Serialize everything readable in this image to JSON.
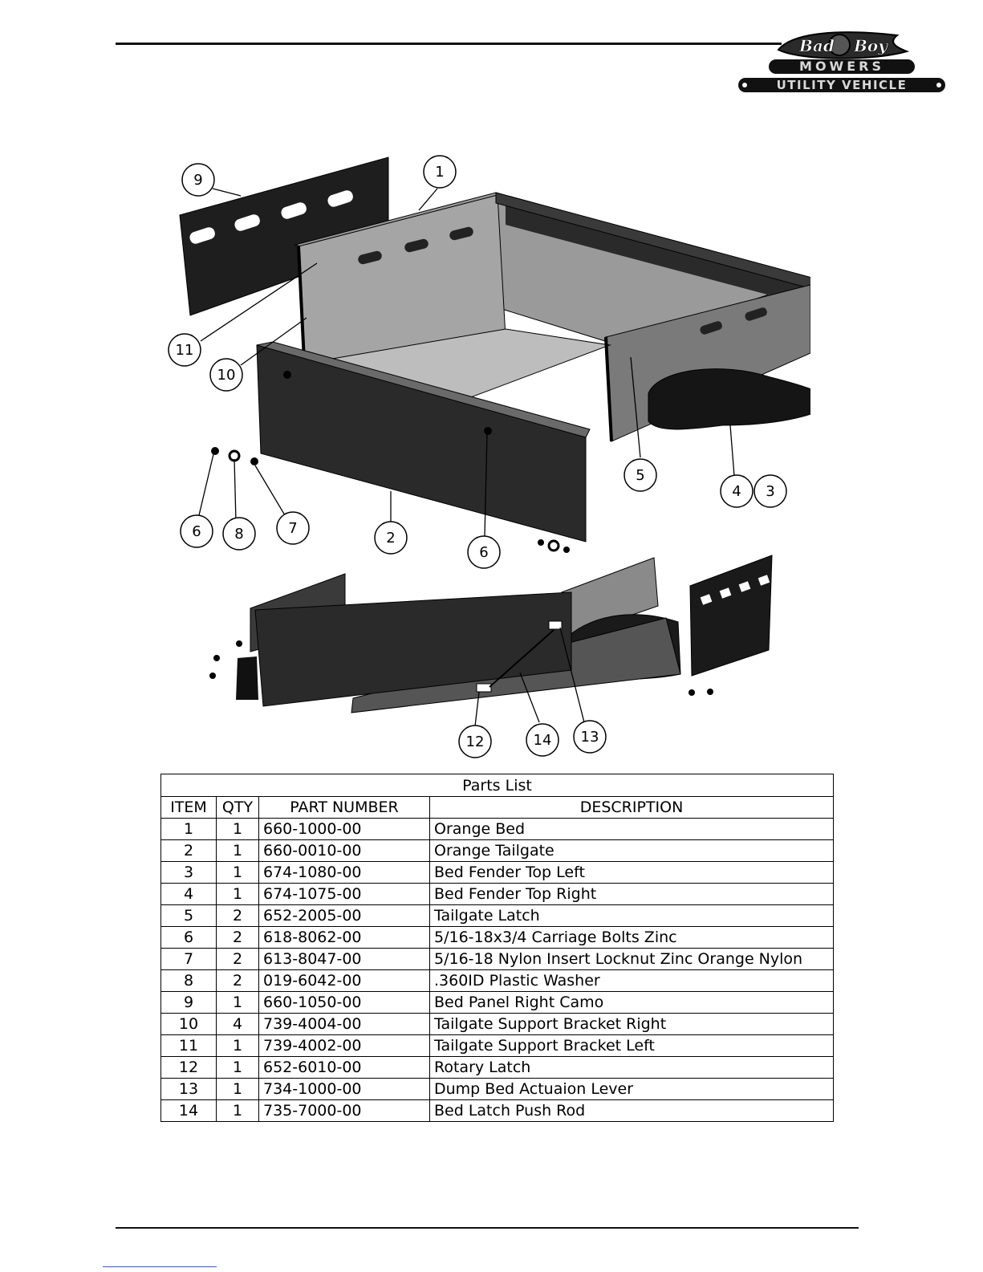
{
  "logo": {
    "brand_text": "Bad Boy",
    "line1": "MOWERS",
    "line2": "UTILITY VEHICLE"
  },
  "diagram": {
    "balloons": [
      "1",
      "2",
      "3",
      "4",
      "5",
      "6",
      "6",
      "7",
      "8",
      "9",
      "10",
      "11",
      "12",
      "13",
      "14"
    ]
  },
  "parts_list": {
    "title": "Parts List",
    "headers": {
      "item": "ITEM",
      "qty": "QTY",
      "part_number": "PART NUMBER",
      "description": "DESCRIPTION"
    },
    "rows": [
      {
        "item": "1",
        "qty": "1",
        "part_number": "660-1000-00",
        "description": "Orange Bed"
      },
      {
        "item": "2",
        "qty": "1",
        "part_number": "660-0010-00",
        "description": "Orange Tailgate"
      },
      {
        "item": "3",
        "qty": "1",
        "part_number": "674-1080-00",
        "description": "Bed Fender Top Left"
      },
      {
        "item": "4",
        "qty": "1",
        "part_number": "674-1075-00",
        "description": "Bed Fender Top Right"
      },
      {
        "item": "5",
        "qty": "2",
        "part_number": "652-2005-00",
        "description": "Tailgate Latch"
      },
      {
        "item": "6",
        "qty": "2",
        "part_number": "618-8062-00",
        "description": "5/16-18x3/4 Carriage Bolts Zinc"
      },
      {
        "item": "7",
        "qty": "2",
        "part_number": "613-8047-00",
        "description": "5/16-18 Nylon Insert Locknut Zinc Orange Nylon"
      },
      {
        "item": "8",
        "qty": "2",
        "part_number": "019-6042-00",
        "description": ".360ID Plastic Washer"
      },
      {
        "item": "9",
        "qty": "1",
        "part_number": "660-1050-00",
        "description": "Bed Panel Right Camo"
      },
      {
        "item": "10",
        "qty": "4",
        "part_number": "739-4004-00",
        "description": "Tailgate Support Bracket Right"
      },
      {
        "item": "11",
        "qty": "1",
        "part_number": "739-4002-00",
        "description": "Tailgate Support Bracket Left"
      },
      {
        "item": "12",
        "qty": "1",
        "part_number": "652-6010-00",
        "description": "Rotary Latch"
      },
      {
        "item": "13",
        "qty": "1",
        "part_number": "734-1000-00",
        "description": "Dump Bed Actuaion Lever"
      },
      {
        "item": "14",
        "qty": "1",
        "part_number": "735-7000-00",
        "description": "Bed Latch Push Rod"
      }
    ]
  }
}
